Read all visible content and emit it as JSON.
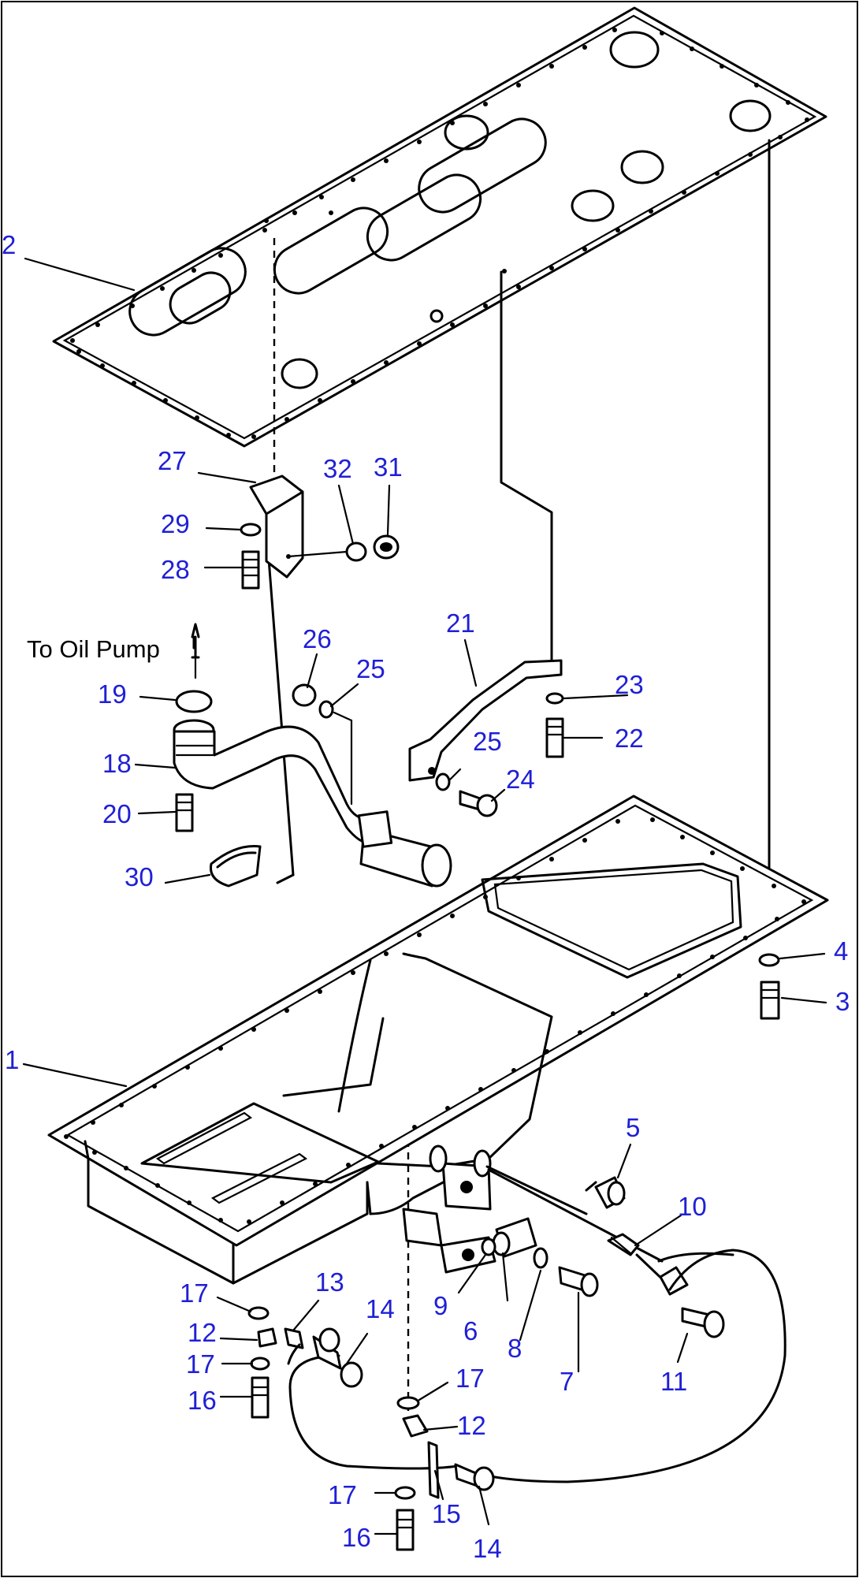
{
  "note": "To Oil Pump",
  "callouts": {
    "c1": "1",
    "c2": "2",
    "c3": "3",
    "c4": "4",
    "c5": "5",
    "c6": "6",
    "c7": "7",
    "c8": "8",
    "c9": "9",
    "c10": "10",
    "c11": "11",
    "c12a": "12",
    "c12b": "12",
    "c13": "13",
    "c14a": "14",
    "c14b": "14",
    "c15": "15",
    "c16a": "16",
    "c16b": "16",
    "c17a": "17",
    "c17b": "17",
    "c17c": "17",
    "c17d": "17",
    "c18": "18",
    "c19": "19",
    "c20": "20",
    "c21": "21",
    "c22": "22",
    "c23": "23",
    "c24": "24",
    "c25a": "25",
    "c25b": "25",
    "c26": "26",
    "c27": "27",
    "c28": "28",
    "c29": "29",
    "c30": "30",
    "c31": "31",
    "c32": "32"
  },
  "colors": {
    "callout": "#1f1fd6",
    "line": "#000000"
  }
}
